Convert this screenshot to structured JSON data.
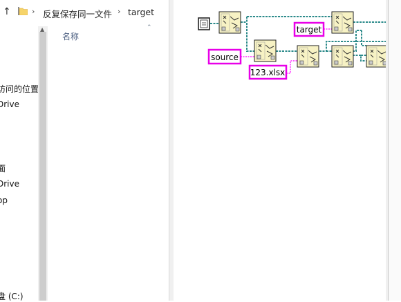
{
  "explorer": {
    "breadcrumb": [
      "反复保存同一文件",
      "target"
    ],
    "separator": "›",
    "column_header": "名称",
    "nav_items": [
      "访问的位置",
      "Drive",
      "面",
      "Drive",
      "op",
      "盘 (C:)"
    ]
  },
  "diagram": {
    "constants": {
      "source": "source",
      "target": "target",
      "file": "123.xlsx"
    },
    "colors": {
      "string_wire": "#ff00ff",
      "path_wire": "#2b8a8a",
      "node_fill": "#f7f2c4"
    },
    "icons": [
      "file-path-constant-icon",
      "build-path-node-icon",
      "strip-path-node-icon"
    ]
  }
}
